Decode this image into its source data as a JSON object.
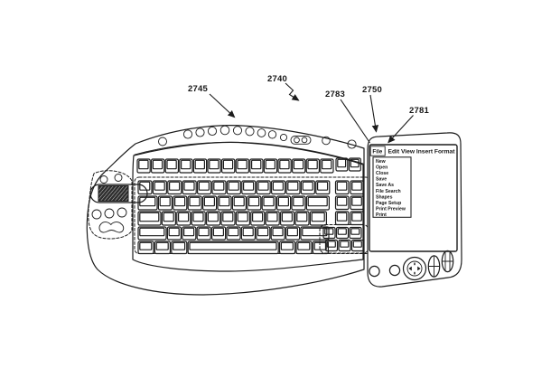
{
  "figure": {
    "reference_labels": [
      {
        "id": "2745"
      },
      {
        "id": "2740"
      },
      {
        "id": "2783"
      },
      {
        "id": "2750"
      },
      {
        "id": "2781"
      }
    ]
  },
  "display": {
    "menu_bar": {
      "selected_item": "File",
      "other_items": "Edit View Insert Format"
    },
    "file_menu": {
      "items": [
        "New",
        "Open",
        "Close",
        "Save",
        "Save As",
        "File Search",
        "Shapes",
        "Page Setup",
        "Print Preview",
        "Print"
      ]
    }
  },
  "colors": {
    "ink": "#1c1c1c",
    "paper": "#ffffff"
  }
}
